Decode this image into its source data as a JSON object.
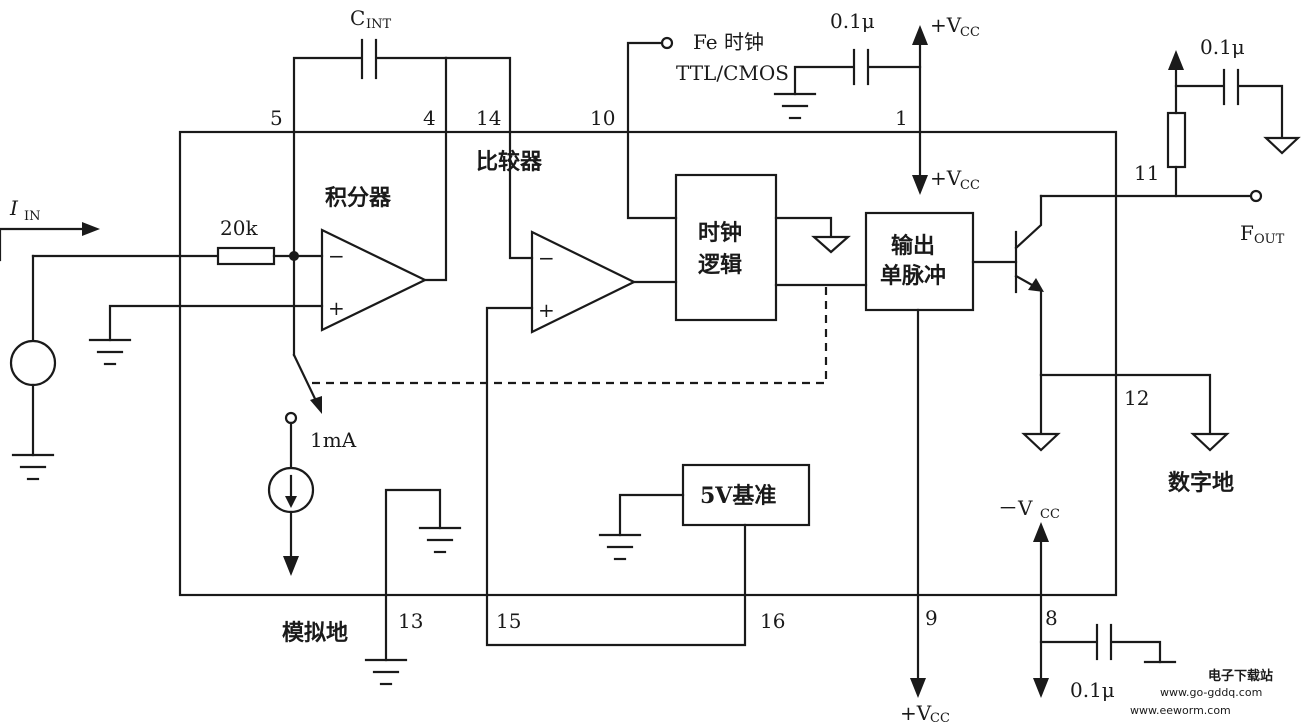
{
  "labels": {
    "cint_main": "C",
    "cint_sub": "INT",
    "iin_main": "I",
    "iin_sub": "IN",
    "r20k": "20k",
    "integrator": "积分器",
    "comparator": "比较器",
    "clock_in_fe": "Fe 时钟",
    "clock_in_ttl": "TTL/CMOS",
    "clock_logic_1": "时钟",
    "clock_logic_2": "逻辑",
    "oneshot_1": "输出",
    "oneshot_2": "单脉冲",
    "ref5v": "5V基准",
    "analog_gnd": "模拟地",
    "digital_gnd": "数字地",
    "current_1ma": "1mA",
    "cap_top": "0.1μ",
    "cap_right": "0.1μ",
    "cap_bottom": "0.1μ",
    "vcc_pos": "+V",
    "vcc_neg": "－V",
    "vcc_sub": "CC",
    "fout_main": "F",
    "fout_sub": "OUT",
    "minus": "−",
    "plus": "+"
  },
  "pins": {
    "p5": "5",
    "p4": "4",
    "p14": "14",
    "p10": "10",
    "p1": "1",
    "p11": "11",
    "p12": "12",
    "p13": "13",
    "p15": "15",
    "p16": "16",
    "p9": "9",
    "p8": "8"
  },
  "watermark": {
    "site_cn": "电子下载站",
    "url1": "www.eeworm.com",
    "url2": "www.go-gddq.com"
  }
}
